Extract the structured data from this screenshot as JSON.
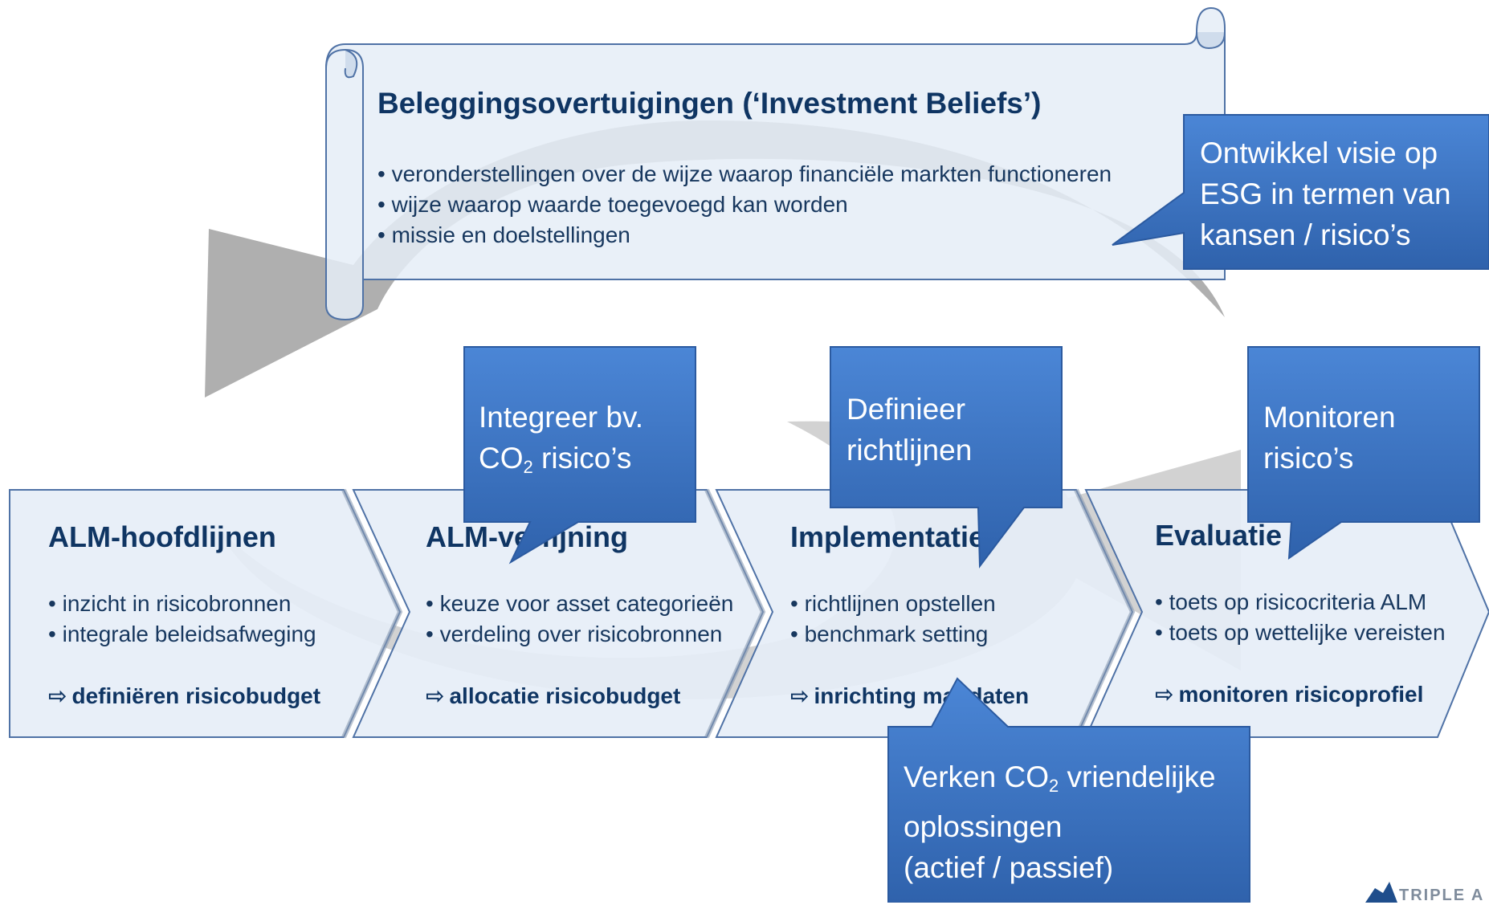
{
  "beliefs": {
    "title": "Beleggingsovertuigingen (‘Investment Beliefs’)",
    "items": [
      "veronderstellingen over de wijze waarop financiële markten functioneren",
      "wijze waarop waarde toegevoegd kan worden",
      "missie en doelstellingen"
    ]
  },
  "steps": [
    {
      "title": "ALM-hoofdlijnen",
      "items": [
        "inzicht in risicobronnen",
        "integrale beleidsafweging"
      ],
      "result": "definiëren risicobudget"
    },
    {
      "title": "ALM-verfijning",
      "items": [
        "keuze voor asset categorieën",
        "verdeling over risicobronnen"
      ],
      "result": "allocatie risicobudget"
    },
    {
      "title": "Implementatie",
      "items": [
        "richtlijnen opstellen",
        "benchmark setting"
      ],
      "result": "inrichting mandaten"
    },
    {
      "title": "Evaluatie",
      "items": [
        "toets op risicocriteria ALM",
        "toets op wettelijke vereisten"
      ],
      "result": "monitoren risicoprofiel"
    }
  ],
  "result_arrow": "⇨",
  "callouts": {
    "esg": {
      "line1": "Ontwikkel visie op",
      "line2": "ESG in termen van",
      "line3": "kansen / risico’s"
    },
    "integreer": {
      "line1": "Integreer bv.",
      "line2a": "CO",
      "line2sub": "2",
      "line2b": " risico’s"
    },
    "definieer": {
      "line1": "Definieer",
      "line2": "richtlijnen"
    },
    "monitoren": {
      "line1": "Monitoren",
      "line2": "risico’s"
    },
    "verken": {
      "line1a": "Verken CO",
      "line1sub": "2",
      "line1b": " vriendelijke",
      "line2": "oplossingen",
      "line3": "(actief / passief)"
    }
  },
  "logo": {
    "text": "TRIPLE A"
  },
  "colors": {
    "callout_fill": "#3f78c8",
    "callout_fill_dark": "#2b5aa0",
    "panel_fill": "#e5edf7",
    "panel_border": "#4f72a6",
    "cycle_arrow": "#a6a6a6"
  }
}
